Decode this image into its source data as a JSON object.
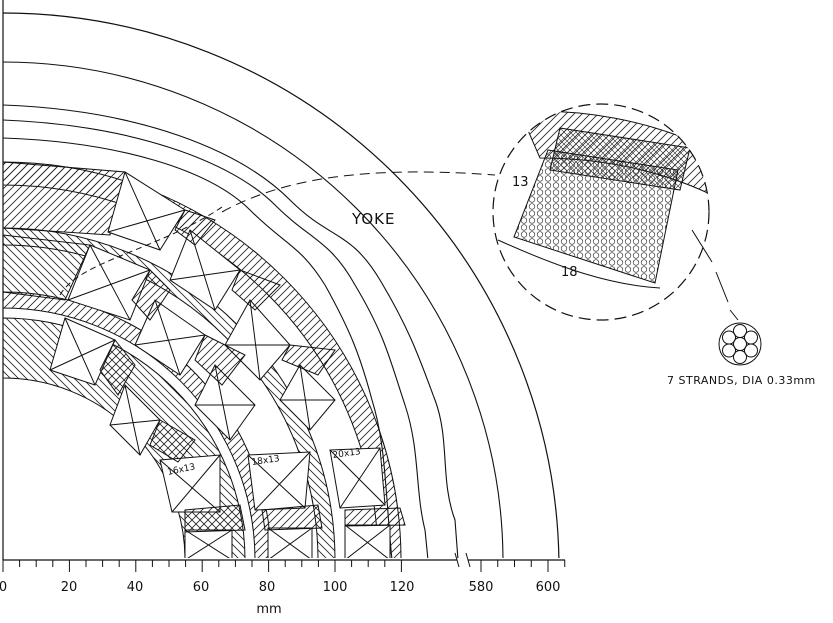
{
  "diagram": {
    "yoke_label": "YOKE",
    "axis": {
      "unit": "mm",
      "tick_labels": [
        "0",
        "20",
        "40",
        "60",
        "80",
        "100",
        "120",
        "580",
        "600"
      ]
    },
    "coil_labels": [
      "16x13",
      "18x13",
      "20x13"
    ],
    "inset": {
      "height_label": "13",
      "width_label": "18"
    },
    "strand_note": "7 STRANDS, DIA 0.33mm"
  }
}
